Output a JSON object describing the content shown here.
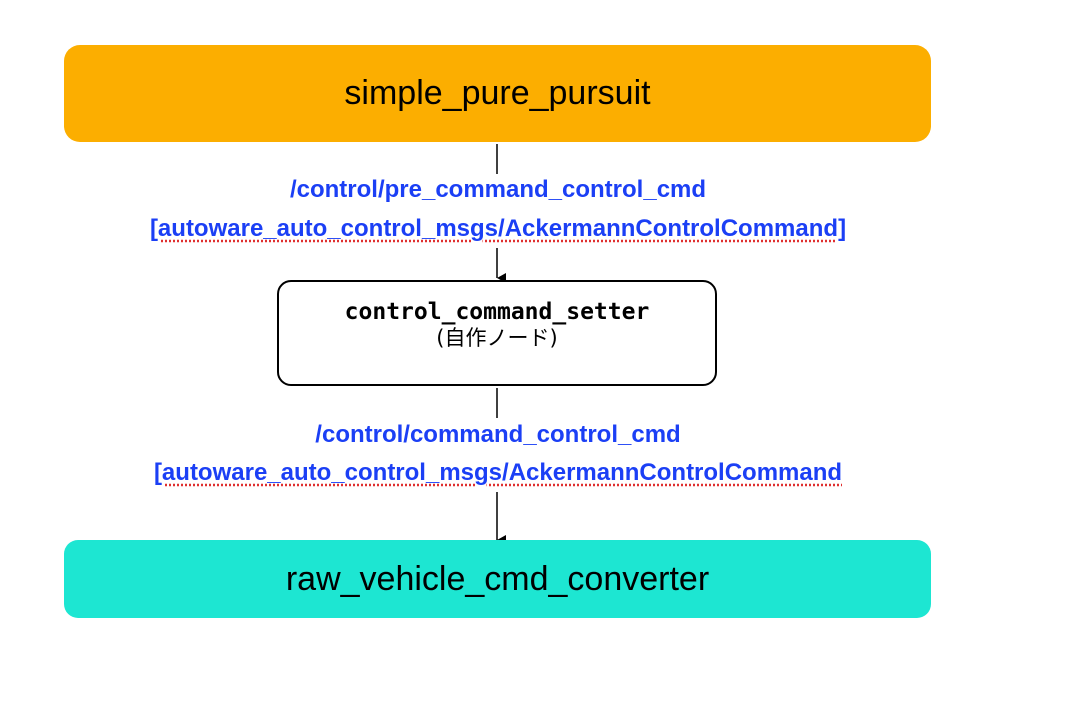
{
  "colors": {
    "producer_fill": "#FCAE00",
    "consumer_fill": "#1DE6D2",
    "topic_text": "#1B3FF5",
    "edge": "#000000"
  },
  "nodes": {
    "producer": "simple_pure_pursuit",
    "custom_node": {
      "name": "control_command_setter",
      "note": "(自作ノード)"
    },
    "consumer": "raw_vehicle_cmd_converter"
  },
  "edges": [
    {
      "topic": "/control/pre_command_control_cmd",
      "type": "[autoware_auto_control_msgs/AckermannControlCommand]"
    },
    {
      "topic": "/control/command_control_cmd",
      "type": "[autoware_auto_control_msgs/AckermannControlCommand"
    }
  ]
}
